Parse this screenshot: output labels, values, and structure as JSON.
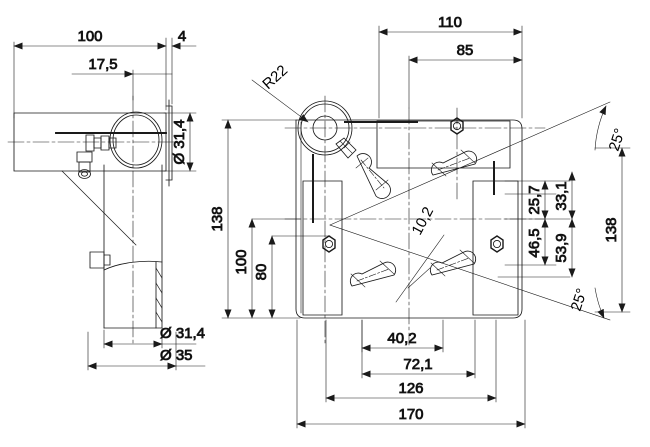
{
  "drawing": {
    "title": "Technical engineering drawing - bracket assembly",
    "background_color": "#ffffff",
    "line_color": "#1a1a1a",
    "views": [
      {
        "name": "side-view",
        "position": "left"
      },
      {
        "name": "front-view",
        "position": "right"
      }
    ]
  },
  "left_view": {
    "dimensions": {
      "top_overall": "100",
      "top_thickness": "4",
      "top_offset": "17,5",
      "tube_diameter_upper": "Ø 31,4",
      "tube_diameter_lower": "Ø 31,4",
      "flange_diameter": "Ø 35"
    }
  },
  "right_view": {
    "dimensions": {
      "top_overall": "110",
      "top_inner": "85",
      "radius_callout": "R22",
      "left_height_outer": "138",
      "left_height_mid": "100",
      "left_height_inner": "80",
      "slot_callout": "10,2",
      "right_height_overall": "138",
      "right_25_7": "25,7",
      "right_33_1": "33,1",
      "right_46_5": "46,5",
      "right_53_9": "53,9",
      "angle_top": "25°",
      "angle_bottom": "25°",
      "bottom_40_2": "40,2",
      "bottom_72_1": "72,1",
      "bottom_126": "126",
      "bottom_170": "170"
    }
  }
}
